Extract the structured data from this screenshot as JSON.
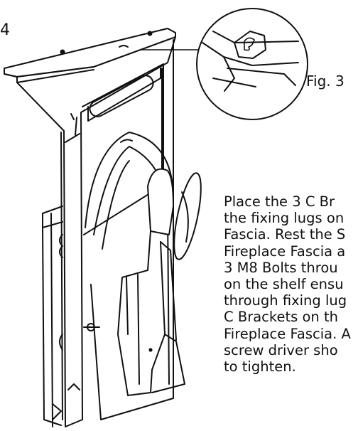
{
  "page": {
    "number": "4"
  },
  "figure": {
    "label": "Fig. 3"
  },
  "instructions": {
    "lines": [
      "Place the 3 C Br",
      "the fixing lugs on",
      "Fascia. Rest the S",
      "Fireplace Fascia a",
      "3 M8 Bolts throu",
      "on the shelf ensu",
      "through fixing lug",
      "C Brackets on th",
      "Fireplace Fascia. A",
      "screw driver sho",
      "to tighten."
    ]
  }
}
